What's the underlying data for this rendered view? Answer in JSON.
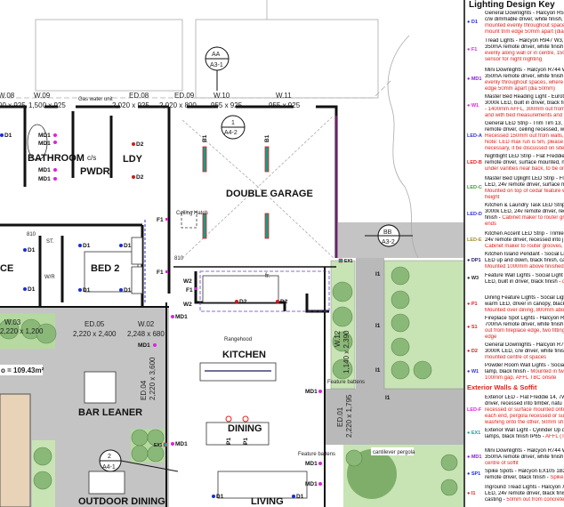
{
  "plan": {
    "windows": [
      {
        "id": "W.08",
        "size": "00 x 925"
      },
      {
        "id": "W.09",
        "size": "1,500 x 925"
      },
      {
        "id": "ED.08",
        "size": "2,020 x 925"
      },
      {
        "id": "ED.09",
        "size": "2,020 x 800"
      },
      {
        "id": "W.10",
        "size": "955 x 925"
      },
      {
        "id": "W.11",
        "size": "955 x 925"
      },
      {
        "id": "W.03",
        "size": "2,220 x 1,200"
      },
      {
        "id": "ED.05",
        "size": "2,220 x 2,400"
      },
      {
        "id": "W.02",
        "size": "2,248 x 680"
      },
      {
        "id": "ED.04",
        "size": "2,220 x 3,600"
      },
      {
        "id": "W.12",
        "size": "1,140 x 2,390"
      },
      {
        "id": "ED.01",
        "size": "2,220 x 1,795"
      }
    ],
    "gas_water_unit": "Gas water unit",
    "rooms": {
      "bathroom": "BATHROOM",
      "cs": "c/s",
      "pwdr": "PWDR",
      "ldy": "LDY",
      "garage": "DOUBLE GARAGE",
      "bed2": "BED 2",
      "office": "CE",
      "wr": "W/R",
      "st": "ST.",
      "kitchen": "KITCHEN",
      "bar": "BAR LEANER",
      "dining": "DINING",
      "outdoor": "OUTDOOR DINING",
      "living": "LIVING"
    },
    "area_label": "o = 109.43m²",
    "markers": {
      "aa": {
        "top": "AA",
        "bottom": "A3-1"
      },
      "bb": {
        "top": "BB",
        "bottom": "A3-2"
      },
      "s1": {
        "top": "1",
        "bottom": "A4-2"
      },
      "s2": {
        "top": "2",
        "bottom": "A4-1"
      }
    },
    "notes": {
      "ceiling_hatch": "Ceiling Hatch",
      "rangehood": "Rangehood",
      "fridge": "fr.",
      "feature_battens": "Feature battens",
      "cantilever": "cantilever pergola",
      "door": "810"
    },
    "fixtures": {
      "d1": "D1",
      "d2": "D2",
      "md1": "MD1",
      "f1": "F1",
      "w2": "W2",
      "b1": "B1",
      "i1": "I1",
      "ex1": "EX1",
      "p1": "P1"
    }
  },
  "key": {
    "title": "Lighting Design Key",
    "entries": [
      {
        "symbol": "D1",
        "color": "#1a2bd6",
        "lines": [
          "General Downlights - Halcyon R5",
          "c/w dimmable driver, white finish,"
        ],
        "red": [
          "mounted evenly throughout spaces",
          "mount trim edge 50mm apart (dia"
        ]
      },
      {
        "symbol": "F1",
        "color": "#e020e0",
        "lines": [
          "Tread Lights - Halcyon R947 W3,",
          "350mA remote driver, white finish"
        ],
        "red": [
          "evenly along wall or in centre, 150",
          "sensor for night nighting"
        ]
      },
      {
        "symbol": "MD1",
        "color": "#8a1ae0",
        "lines": [
          "Mini Downlights - Halcyon R744 W",
          "350mA remote driver, white finish"
        ],
        "red": [
          "evenly throughout spaces, where",
          "edge 50mm apart (dia 50mm)"
        ]
      },
      {
        "symbol": "W1",
        "color": "#e020e0",
        "lines": [
          "Master Bed Reading Light - Eurot",
          "3000k LED, built in driver, black fi"
        ],
        "red": [
          "- 1400mm AFFL, 300mm out from",
          "and with bed measurements and"
        ]
      },
      {
        "symbol": "LED-A",
        "color": "#3030d0",
        "lines": [
          "General LED Strip - Trim Tim 13,",
          "remote driver, ceiling recessed, w"
        ],
        "red": [
          "Recessed 150mm out from walls,",
          "Note: LED max run is 5m, please",
          "necessary, it be discussed on site"
        ]
      },
      {
        "symbol": "LED-B",
        "color": "#e02020",
        "lines": [
          "Nightlight LED Strip - Flat Freddie",
          "remote driver, surface mounted, n"
        ],
        "red": [
          "under vanities near back, to be on"
        ]
      },
      {
        "symbol": "LED-C",
        "color": "#3a9a3a",
        "lines": [
          "Master Bed Uplight LED Strip - Fl",
          "LED, 24v remote driver, surface m"
        ],
        "red": [
          "Mounted on top of cedar feature w",
          "height"
        ]
      },
      {
        "symbol": "LED-D",
        "color": "#3030d0",
        "lines": [
          "Kitchen & Laundry Task LED Strip",
          "3000k LED, 24v remote driver, rec",
          "finish -"
        ],
        "red": [
          "Cabinet maker to router gr",
          "ends"
        ]
      },
      {
        "symbol": "LED-E",
        "color": "#a08a30",
        "lines": [
          "Kitchen Accent LED Strip - Trimle",
          "24v remote driver, recessed into j"
        ],
        "red": [
          "Cabinet maker to router grooves, s"
        ]
      },
      {
        "symbol": "DP1",
        "color": "#1a1a60",
        "lines": [
          "Kitchen Island Pendant - Social Li",
          "LED up and down, black finish, ca"
        ],
        "red": [
          "Mounted 1000mm above finished"
        ]
      },
      {
        "symbol": "W3",
        "color": "#222222",
        "lines": [
          "Feature Wall Lights - Social Light",
          "LED, built in driver, black finish -"
        ],
        "red": [
          "divided evenly on wall,  TBC onsit"
        ]
      },
      {
        "symbol": "P1",
        "color": "#e02020",
        "lines": [
          "Dining Feature Lights - Social Ligh",
          "warm LED, driver in canopy, black"
        ],
        "red": [
          "Mounted over dining, 800mm abo"
        ]
      },
      {
        "symbol": "S1",
        "color": "#e02020",
        "lines": [
          "Fireplace Spot Lights - Halcyon R",
          "700mA remote driver, white finish"
        ],
        "red": [
          "out from fireplace edge, two fitting",
          "edge"
        ]
      },
      {
        "symbol": "D2",
        "color": "#d01a1a",
        "lines": [
          "General Downlights - Halcyon R7",
          "3000K LED, c/w driver, white finis"
        ],
        "red": [
          "mounted centre of spaces"
        ]
      },
      {
        "symbol": "W1",
        "color": "#3030d0",
        "lines": [
          "Powder Room Wall Lights - Social",
          "lamp, black finish -"
        ],
        "red": [
          "Mounted in tw",
          "100mm gap, AFFL TBC onsite"
        ]
      }
    ],
    "exterior_heading": "Exterior Walls & Soffit",
    "exterior": [
      {
        "symbol": "LED-F",
        "color": "#e020e0",
        "lines": [
          "Exterior LED - Flat Freddie 14, 7w",
          "driver, recessed into timber, natu"
        ],
        "red": [
          "recessed or surface mounted onto",
          "each end, pergola recessed or su",
          "washing onto the other, 50mm sh"
        ]
      },
      {
        "symbol": "EX1",
        "color": "#1a9a9a",
        "lines": [
          "Exterior Wall Light - Cylinder Up d",
          "lamps, black finish IP65 -"
        ],
        "red": [
          "AFFL (TBC on site), centre of wall"
        ]
      },
      {
        "symbol": "MD1",
        "color": "#8a1ae0",
        "lines": [
          "Mini Downlights - Halcyon R744 W",
          "350mA remote driver, white finish"
        ],
        "red": [
          "centre of soffit"
        ]
      },
      {
        "symbol": "SP1",
        "color": "#1a2bd6",
        "lines": [
          "Spike Spots - Halcyon EX105 1B2",
          "remote driver, black finish -"
        ],
        "red": [
          "Spike"
        ]
      },
      {
        "symbol": "I1",
        "color": "#e02020",
        "lines": [
          "Inground Tread Lights - Halcyon X",
          "LED, 24v remote driver, black finis",
          "casting -"
        ],
        "red": [
          "50mm out from concrete"
        ]
      }
    ]
  }
}
